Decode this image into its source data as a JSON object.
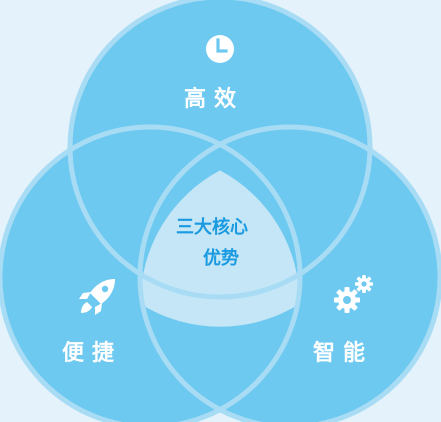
{
  "diagram": {
    "top_label": "高效",
    "left_label": "便捷",
    "right_label": "智能",
    "center_line_1": "三大核心",
    "center_line_2": "优势"
  },
  "icons": {
    "top": "clock-icon",
    "left": "rocket-icon",
    "right": "gears-icon"
  },
  "colors": {
    "background": "#e3f2fb",
    "circle_fill": "#6ec9f0",
    "circle_stroke": "#a8dcf5",
    "center_fill": "#c4e6f7",
    "center_text": "#1a9ae0",
    "label_text": "#ffffff"
  }
}
